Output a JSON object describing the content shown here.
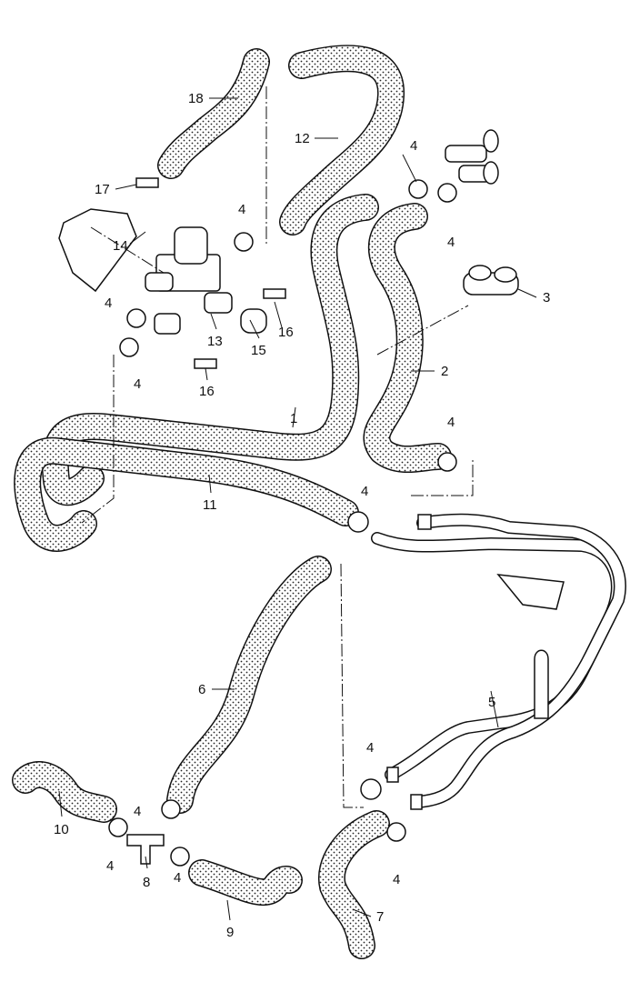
{
  "diagram": {
    "title": "Heater hoses exploded view",
    "callouts": {
      "c18": "18",
      "c12": "12",
      "c4a": "4",
      "c17": "17",
      "c4b": "4",
      "c14": "14",
      "c4c": "4",
      "c3": "3",
      "c4d": "4",
      "c16a": "16",
      "c13": "13",
      "c15": "15",
      "c4e": "4",
      "c16b": "16",
      "c2": "2",
      "c1": "1",
      "c4f": "4",
      "c11": "11",
      "c4g": "4",
      "c5": "5",
      "c6": "6",
      "c4h": "4",
      "c10": "10",
      "c4i": "4",
      "c8": "8",
      "c4j": "4",
      "c4k": "4",
      "c9": "9",
      "c4l": "4",
      "c7": "7"
    },
    "colors": {
      "line": "#111111",
      "background": "#ffffff"
    }
  }
}
